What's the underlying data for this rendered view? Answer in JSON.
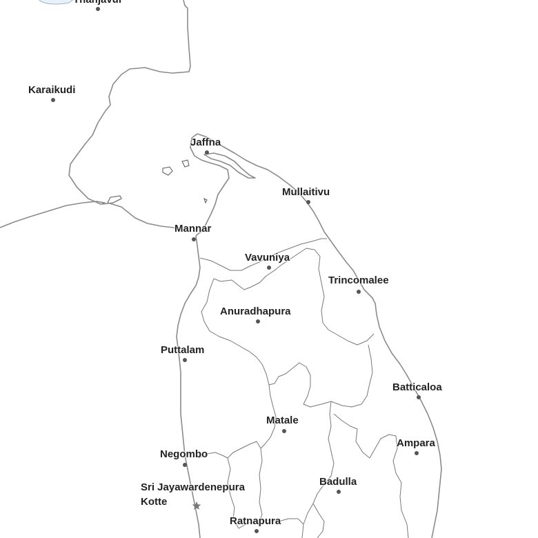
{
  "map": {
    "places": [
      {
        "id": "thanjavur",
        "name": "Thanjavur"
      },
      {
        "id": "karaikudi",
        "name": "Karaikudi"
      },
      {
        "id": "jaffna",
        "name": "Jaffna"
      },
      {
        "id": "mullaitivu",
        "name": "Mullaitivu"
      },
      {
        "id": "mannar",
        "name": "Mannar"
      },
      {
        "id": "vavuniya",
        "name": "Vavuniya"
      },
      {
        "id": "trincomalee",
        "name": "Trincomalee"
      },
      {
        "id": "anuradhapura",
        "name": "Anuradhapura"
      },
      {
        "id": "puttalam",
        "name": "Puttalam"
      },
      {
        "id": "batticaloa",
        "name": "Batticaloa"
      },
      {
        "id": "matale",
        "name": "Matale"
      },
      {
        "id": "ampara",
        "name": "Ampara"
      },
      {
        "id": "negombo",
        "name": "Negombo"
      },
      {
        "id": "badulla",
        "name": "Badulla"
      },
      {
        "id": "kotte",
        "name_line1": "Sri Jayawardenepura",
        "name_line2": "Kotte",
        "capital": true
      },
      {
        "id": "ratnapura",
        "name": "Ratnapura"
      }
    ]
  }
}
